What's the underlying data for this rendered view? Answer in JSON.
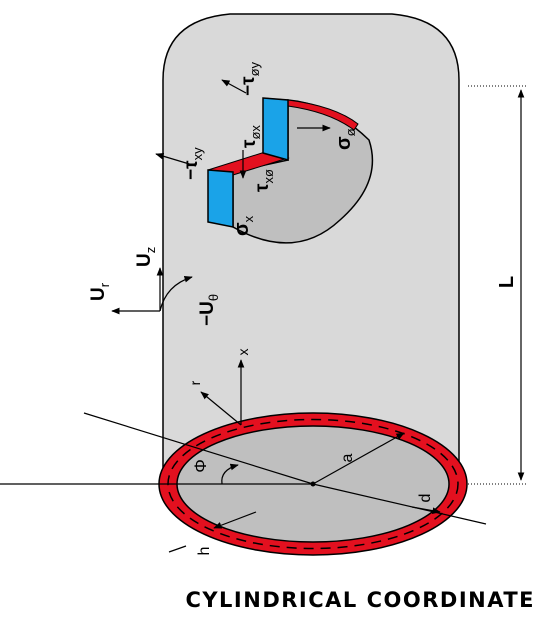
{
  "caption": "CYLINDRICAL COORDINATE",
  "labels": {
    "length": "L",
    "radius": "a",
    "thickness": "h",
    "depth": "d",
    "phi": "Φ",
    "x": "x",
    "r": "r",
    "u_r": "U",
    "u_r_sub": "r",
    "u_z": "U",
    "u_z_sub": "z",
    "u_theta": "−U",
    "u_theta_sub": "θ",
    "sigma_x": "σ",
    "sigma_x_sub": "x",
    "sigma_phi": "σ",
    "sigma_phi_sub": "ø",
    "tau_xy": "−τ",
    "tau_xy_sub": "xy",
    "tau_xphi": "τ",
    "tau_xphi_sub": "xø",
    "tau_phix": "τ",
    "tau_phix_sub": "øx",
    "tau_phiy": "−τ",
    "tau_phiy_sub": "øy"
  },
  "colors": {
    "cylinder": "#d9d9d9",
    "surface": "#bfbfbf",
    "shell": "#e3101f",
    "face": "#1aa3e8",
    "line": "#000000"
  }
}
